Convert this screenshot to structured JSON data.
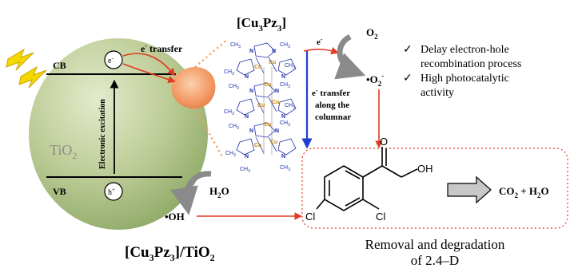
{
  "complex": {
    "title_prefix": "[Cu",
    "title_sub1": "3",
    "title_mid": "Pz",
    "title_sub2": "3",
    "title_suffix": "]"
  },
  "composite": {
    "label_prefix": "[Cu",
    "label_sub1": "3",
    "label_mid": "Pz",
    "label_sub2": "3",
    "label_suffix": "]/TiO",
    "label_sub3": "2"
  },
  "tio2": {
    "label": "TiO",
    "sub": "2",
    "cb_label": "CB",
    "vb_label": "VB",
    "electron": "e",
    "electron_sup": "-",
    "hole": "h",
    "hole_sup": "+",
    "excitation": "Electronic excitation"
  },
  "transfer": {
    "e_transfer_e": "e",
    "e_transfer_sup": "-",
    "e_transfer_rest": " transfer",
    "column_line1_e": "e",
    "column_line1_sup": "-",
    "column_line1_rest": " transfer",
    "column_line2": "along the",
    "column_line3": "columnar"
  },
  "oxygen": {
    "o2": "O",
    "o2_sub": "2",
    "e_label": "e",
    "e_sup": "-",
    "superoxide_dot": "•",
    "superoxide": "O",
    "superoxide_sub": "2",
    "superoxide_sup": "-"
  },
  "water": {
    "h2o_h": "H",
    "h2o_sub": "2",
    "h2o_o": "O",
    "hydroxyl": "•OH"
  },
  "benefits": [
    {
      "check": "✓",
      "text_line1": "Delay electron-hole",
      "text_line2": "recombination process"
    },
    {
      "check": "✓",
      "text_line1": "High photocatalytic",
      "text_line2": "activity"
    }
  ],
  "degradation": {
    "cl_left": "Cl",
    "cl_right": "Cl",
    "oxygen_atom": "O",
    "hydroxyl_group": "OH",
    "products_co": "CO",
    "products_sub1": "2",
    "products_plus": " + H",
    "products_sub2": "2",
    "products_o": "O",
    "caption_line1": "Removal and degradation",
    "caption_line2": "of 2.4–D"
  },
  "molecule_labels": {
    "cu": "Cu",
    "n": "N",
    "ch3": "CH",
    "ch3_sub": "3"
  },
  "colors": {
    "sphere": "#b9c994",
    "sphere_dark": "#7f9a5a",
    "red_arrow": "#e03a22",
    "blue_arrow": "#1f3fd0",
    "orange_dotted": "#f0a060",
    "bolt": "#f5d800",
    "bolt_stroke": "#c9a400"
  }
}
